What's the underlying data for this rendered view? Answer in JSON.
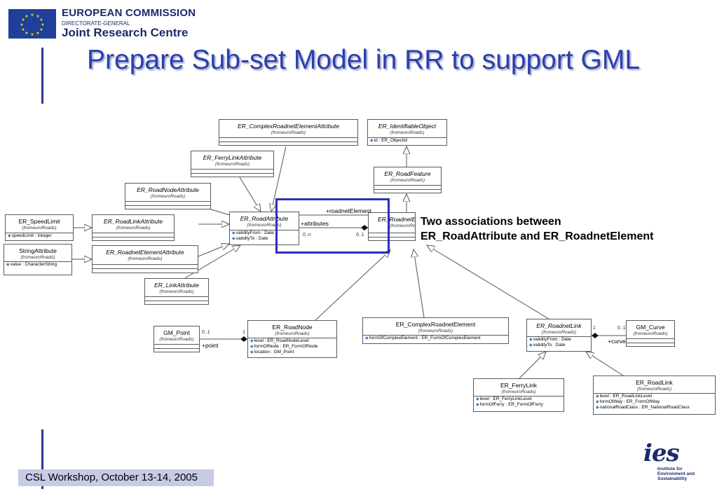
{
  "header": {
    "org_line1": "EUROPEAN COMMISSION",
    "org_line2": "DIRECTORATE-GENERAL",
    "org_line3": "Joint Research Centre",
    "title": "Prepare Sub-set Model in RR to support GML"
  },
  "classes": {
    "complex_attr": {
      "name": "ER_ComplexRoadnetElementAttribute",
      "from": "(fromeuroRoads)"
    },
    "identifiable": {
      "name": "ER_IdentifiableObject",
      "from": "(fromeuroRoads)",
      "attr1": "id : ER_ObjectId"
    },
    "ferry_attr": {
      "name": "ER_FerryLinkAttribute",
      "from": "(fromeuroRoads)"
    },
    "road_feature": {
      "name": "ER_RoadFeature",
      "from": "(fromeuroRoads)"
    },
    "node_attr": {
      "name": "ER_RoadNodeAttribute",
      "from": "(fromeuroRoads)"
    },
    "speed_limit": {
      "name": "ER_SpeedLimit",
      "from": "(fromeuroRoads)",
      "attr1": "speedLimit : Integer"
    },
    "link_attr": {
      "name": "ER_RoadLinkAttribute",
      "from": "(fromeuroRoads)"
    },
    "road_attr": {
      "name": "ER_RoadAttribute",
      "from": "(fromeuroRoads)",
      "attr1": "validityFrom : Date",
      "attr2": "validityTo : Date"
    },
    "roadnet_el": {
      "name": "ER_RoadnetElement",
      "from": "(fromeuroRoads)"
    },
    "string_attr": {
      "name": "StringAttribute",
      "from": "(fromeuroRoads)",
      "attr1": "value : CharacterString"
    },
    "rne_attr": {
      "name": "ER_RoadnetElementAttribute",
      "from": "(fromeuroRoads)"
    },
    "er_link_attr": {
      "name": "ER_LinkAttribute",
      "from": "(fromeuroRoads)"
    },
    "gm_point": {
      "name": "GM_Point",
      "from": "(fromeuroRoads)"
    },
    "road_node": {
      "name": "ER_RoadNode",
      "from": "(fromeuroRoads)",
      "attr1": "level : ER_RoadNodeLevel",
      "attr2": "formOfNode : ER_FormOfNode",
      "attr3": "location : GM_Point"
    },
    "complex_rne": {
      "name": "ER_ComplexRoadnetElement",
      "from": "(fromeuroRoads)",
      "attr1": "formOfComplexElement : ER_FormOfComplexElement"
    },
    "roadnet_link": {
      "name": "ER_RoadnetLink",
      "from": "(fromeuroRoads)",
      "attr1": "validityFrom : Date",
      "attr2": "validityTo : Date"
    },
    "gm_curve": {
      "name": "GM_Curve",
      "from": "(fromeuroRoads)"
    },
    "ferry_link": {
      "name": "ER_FerryLink",
      "from": "(fromeuroRoads)",
      "attr1": "level : ER_FerryLinkLevel",
      "attr2": "formOfFerry : ER_FormOfFerry"
    },
    "road_link": {
      "name": "ER_RoadLink",
      "from": "(fromeuroRoads)",
      "attr1": "level : ER_RoadLinkLevel",
      "attr2": "formOfWay : ER_FormOfWay",
      "attr3": "nationalRoadClass : ER_NationalRoadClass"
    }
  },
  "associations": {
    "roadnet_element_role": "+roadnetElement",
    "attributes_role": "+attributes",
    "attributes_mult": "0..n",
    "roadnet_mult": "0..1",
    "point_role": "+point",
    "point_mult_a": "0..1",
    "point_mult_b": "1",
    "curve_role": "+curve",
    "curve_mult_a": "1",
    "curve_mult_b": "0..1"
  },
  "callout": {
    "line1": "Two associations between",
    "line2": "ER_RoadAttribute and ER_RoadnetElement"
  },
  "footer": "CSL Workshop, October 13-14, 2005",
  "ies_logo": {
    "mark": "ies",
    "line1": "Institute for",
    "line2": "Environment and",
    "line3": "Sustainability"
  },
  "colors": {
    "title": "#2b3fae",
    "highlight": "#2d2dbd",
    "footer_bg": "#c8cbe6",
    "attr_icon": "#3a7fc4"
  }
}
